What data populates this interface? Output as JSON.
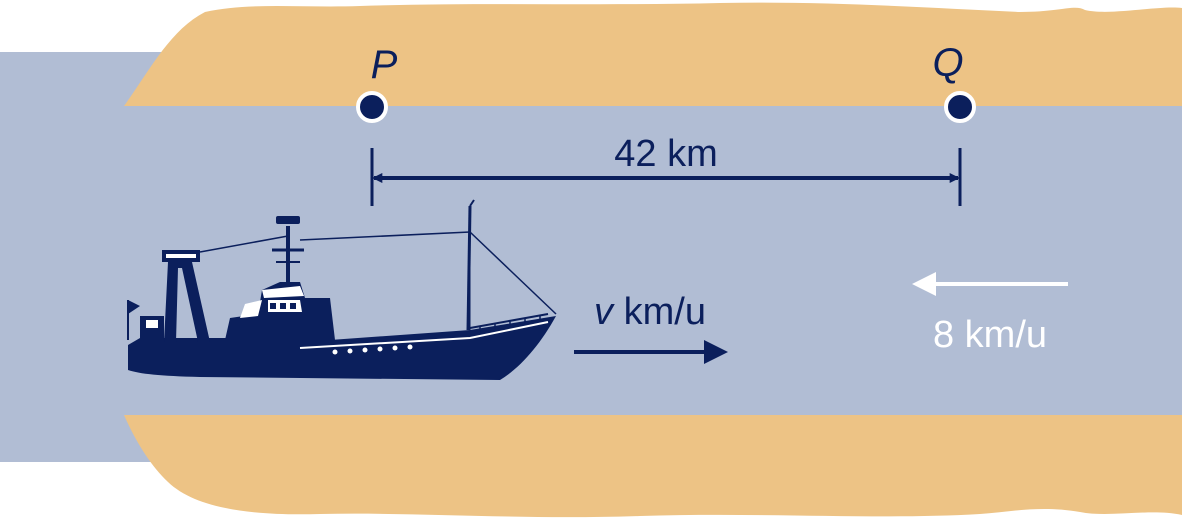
{
  "colors": {
    "bank": "#edc385",
    "water": "#b1bdd4",
    "navy": "#0b1f5c",
    "white": "#ffffff"
  },
  "points": {
    "p_label": "P",
    "q_label": "Q"
  },
  "distance": {
    "label": "42 km"
  },
  "boat_speed": {
    "variable": "v",
    "unit": " km/u"
  },
  "current_speed": {
    "label": "8 km/u"
  },
  "icons": [
    "ship-icon",
    "arrow-right-icon",
    "arrow-left-icon"
  ]
}
